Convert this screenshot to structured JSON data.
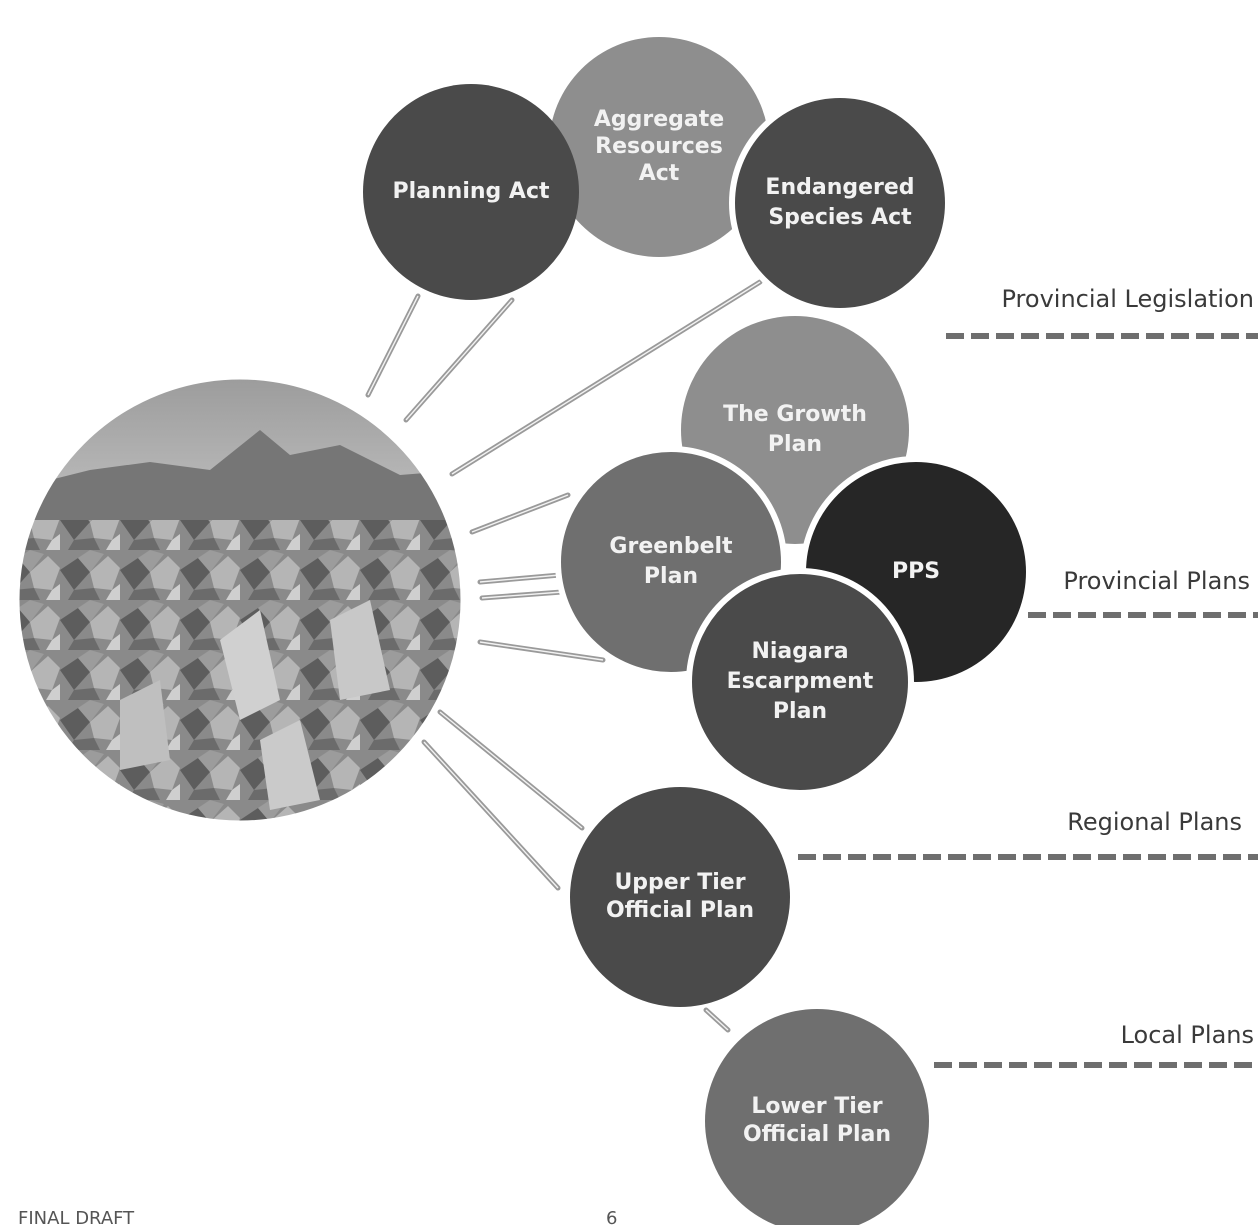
{
  "colors": {
    "dark_circle": "#4a4a4a",
    "medium_circle": "#6f6f6f",
    "light_circle": "#8e8e8e",
    "black_circle": "#262626",
    "circle_text": "#f2f2f2",
    "label_text": "#3a3a3a",
    "dash_line": "#6e6e6e"
  },
  "circles": {
    "planning_act": [
      "Planning Act"
    ],
    "aggregate_resources_act": [
      "Aggregate",
      "Resources",
      "Act"
    ],
    "endangered_species_act": [
      "Endangered",
      "Species Act"
    ],
    "growth_plan": [
      "The Growth",
      "Plan"
    ],
    "greenbelt_plan": [
      "Greenbelt",
      "Plan"
    ],
    "pps": [
      "PPS"
    ],
    "niagara_escarpment_plan": [
      "Niagara",
      "Escarpment",
      "Plan"
    ],
    "upper_tier_official_plan": [
      "Upper Tier",
      "Official Plan"
    ],
    "lower_tier_official_plan": [
      "Lower Tier",
      "Official Plan"
    ]
  },
  "tiers": {
    "provincial_legislation": "Provincial Legislation",
    "provincial_plans": "Provincial Plans",
    "regional_plans": "Regional Plans",
    "local_plans": "Local Plans"
  },
  "footer": {
    "left": "FINAL DRAFT",
    "page_number": "6"
  },
  "central_image": {
    "icon": "aggregate-rock-pile-photo"
  }
}
